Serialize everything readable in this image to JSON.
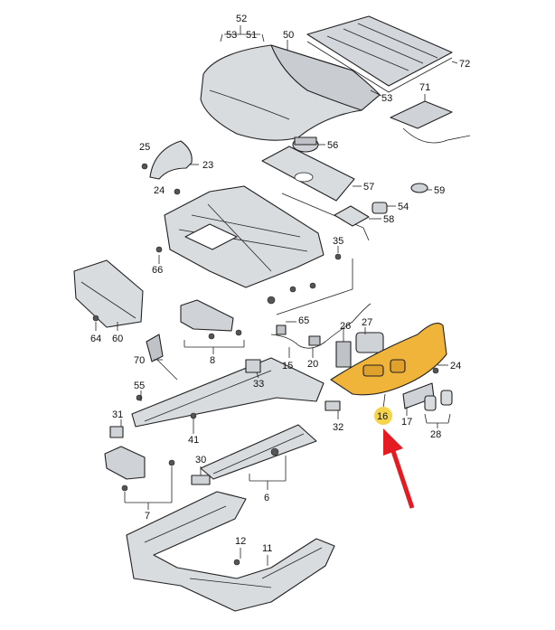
{
  "colors": {
    "part_fill": "#d9dcdf",
    "part_dark": "#b7bbbf",
    "highlight": "#f0b43a",
    "callout_bg": "#f5d34a",
    "arrow": "#e41b23",
    "stroke": "#222222"
  },
  "labels": {
    "n52": "52",
    "n53a": "53",
    "n51": "51",
    "n50": "50",
    "n72": "72",
    "n53b": "53",
    "n71": "71",
    "n56": "56",
    "n25": "25",
    "n23": "23",
    "n57": "57",
    "n59": "59",
    "n24a": "24",
    "n54": "54",
    "n58": "58",
    "n35": "35",
    "n66": "66",
    "n65": "65",
    "n27": "27",
    "n26": "26",
    "n64": "64",
    "n60": "60",
    "n8": "8",
    "n70": "70",
    "n33": "33",
    "n15": "15",
    "n20": "20",
    "n24b": "24",
    "n55": "55",
    "n16": "16",
    "n17": "17",
    "n28": "28",
    "n31": "31",
    "n41": "41",
    "n32": "32",
    "n30": "30",
    "n7": "7",
    "n6": "6",
    "n12": "12",
    "n11": "11"
  },
  "highlighted_part": "16"
}
